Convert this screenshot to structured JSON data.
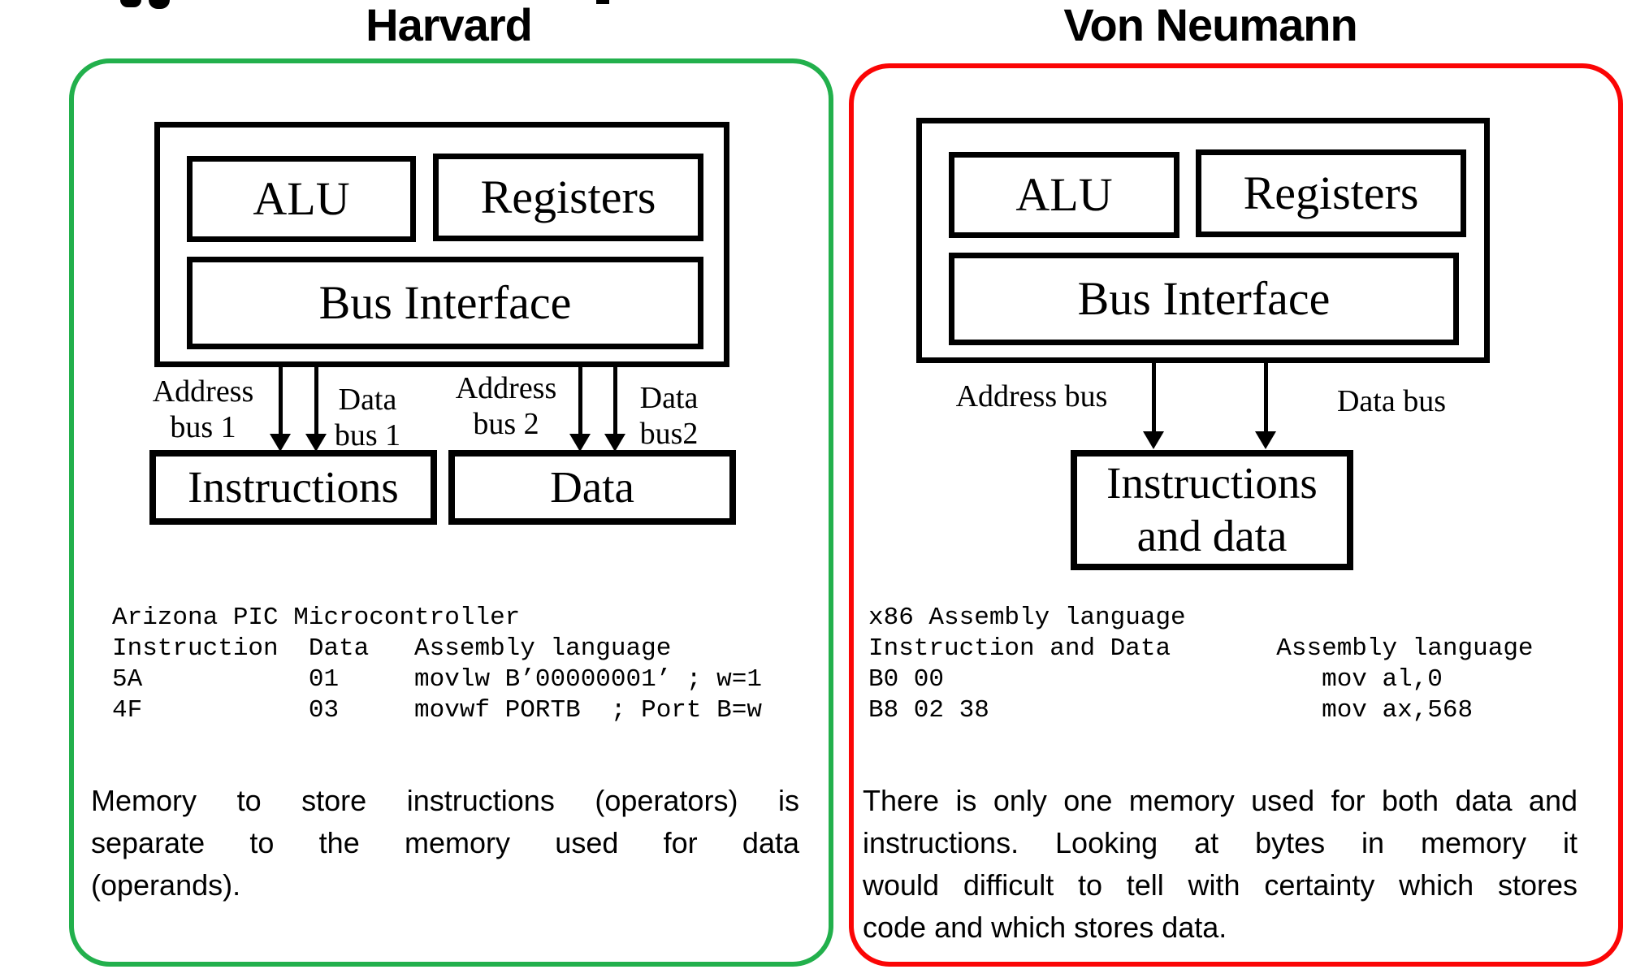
{
  "colors": {
    "harvard_border": "#22b04c",
    "von_neumann_border": "#fb0505",
    "diagram_ink": "#000000"
  },
  "titles": {
    "harvard": "Harvard",
    "von_neumann": "Von Neumann"
  },
  "harvard": {
    "cpu": {
      "alu": "ALU",
      "registers": "Registers",
      "bus_interface": "Bus Interface"
    },
    "bus_labels": [
      {
        "line1": "Address",
        "line2": "bus 1"
      },
      {
        "line1": "Data",
        "line2": "bus 1"
      },
      {
        "line1": "Address",
        "line2": "bus 2"
      },
      {
        "line1": "Data",
        "line2": "bus2"
      }
    ],
    "memory_boxes": {
      "instructions": "Instructions",
      "data": "Data"
    },
    "code_lines": [
      "Arizona PIC Microcontroller",
      "Instruction  Data   Assembly language",
      "5A           01     movlw B’00000001’ ; w=1",
      "4F           03     movwf PORTB  ; Port B=w"
    ],
    "paragraph_lines": [
      "Memory to store instructions (operators) is",
      "separate to the memory used for data",
      "(operands)."
    ]
  },
  "von_neumann": {
    "cpu": {
      "alu": "ALU",
      "registers": "Registers",
      "bus_interface": "Bus Interface"
    },
    "bus_labels": [
      {
        "label": "Address bus"
      },
      {
        "label": "Data bus"
      }
    ],
    "memory_box": {
      "line1": "Instructions",
      "line2": "and data"
    },
    "code_lines": [
      "x86 Assembly language",
      "Instruction and Data       Assembly language",
      "B0 00                         mov al,0",
      "B8 02 38                      mov ax,568"
    ],
    "paragraph_lines": [
      "There is only one memory used for both data and",
      "instructions.  Looking at bytes in memory it",
      "would difficult to tell with certainty which stores",
      "code and which stores data."
    ]
  }
}
